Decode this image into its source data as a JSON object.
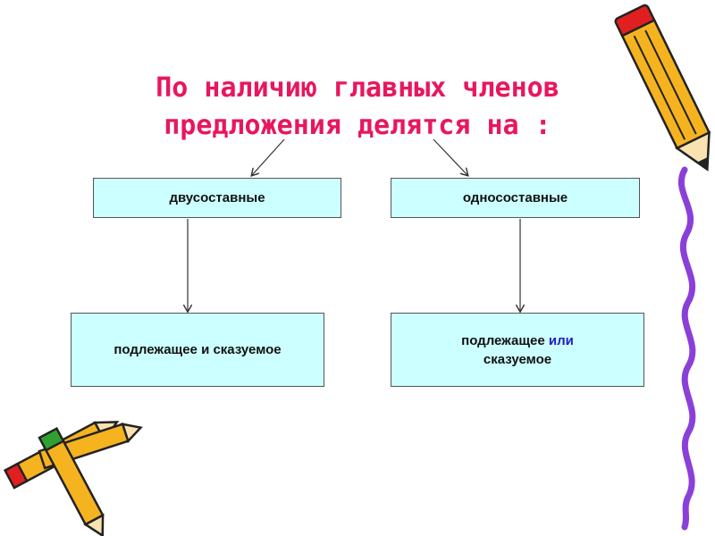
{
  "title": {
    "line1": "По наличию главных членов",
    "line2": "предложения делятся на :"
  },
  "boxes": {
    "two_part": "двусоставные",
    "one_part": "односоставные",
    "two_part_desc": "подлежащее и сказуемое",
    "one_part_desc": {
      "word1": "подлежащее",
      "connector": "или",
      "word2": "сказуемое"
    }
  },
  "colors": {
    "title": "#e8175d",
    "box_fill": "#ccffff",
    "connector_word": "#2020c0",
    "squiggle": "#8b3fd9"
  },
  "icons": [
    "pencil-icon",
    "crayon-icon",
    "squiggle-line"
  ]
}
